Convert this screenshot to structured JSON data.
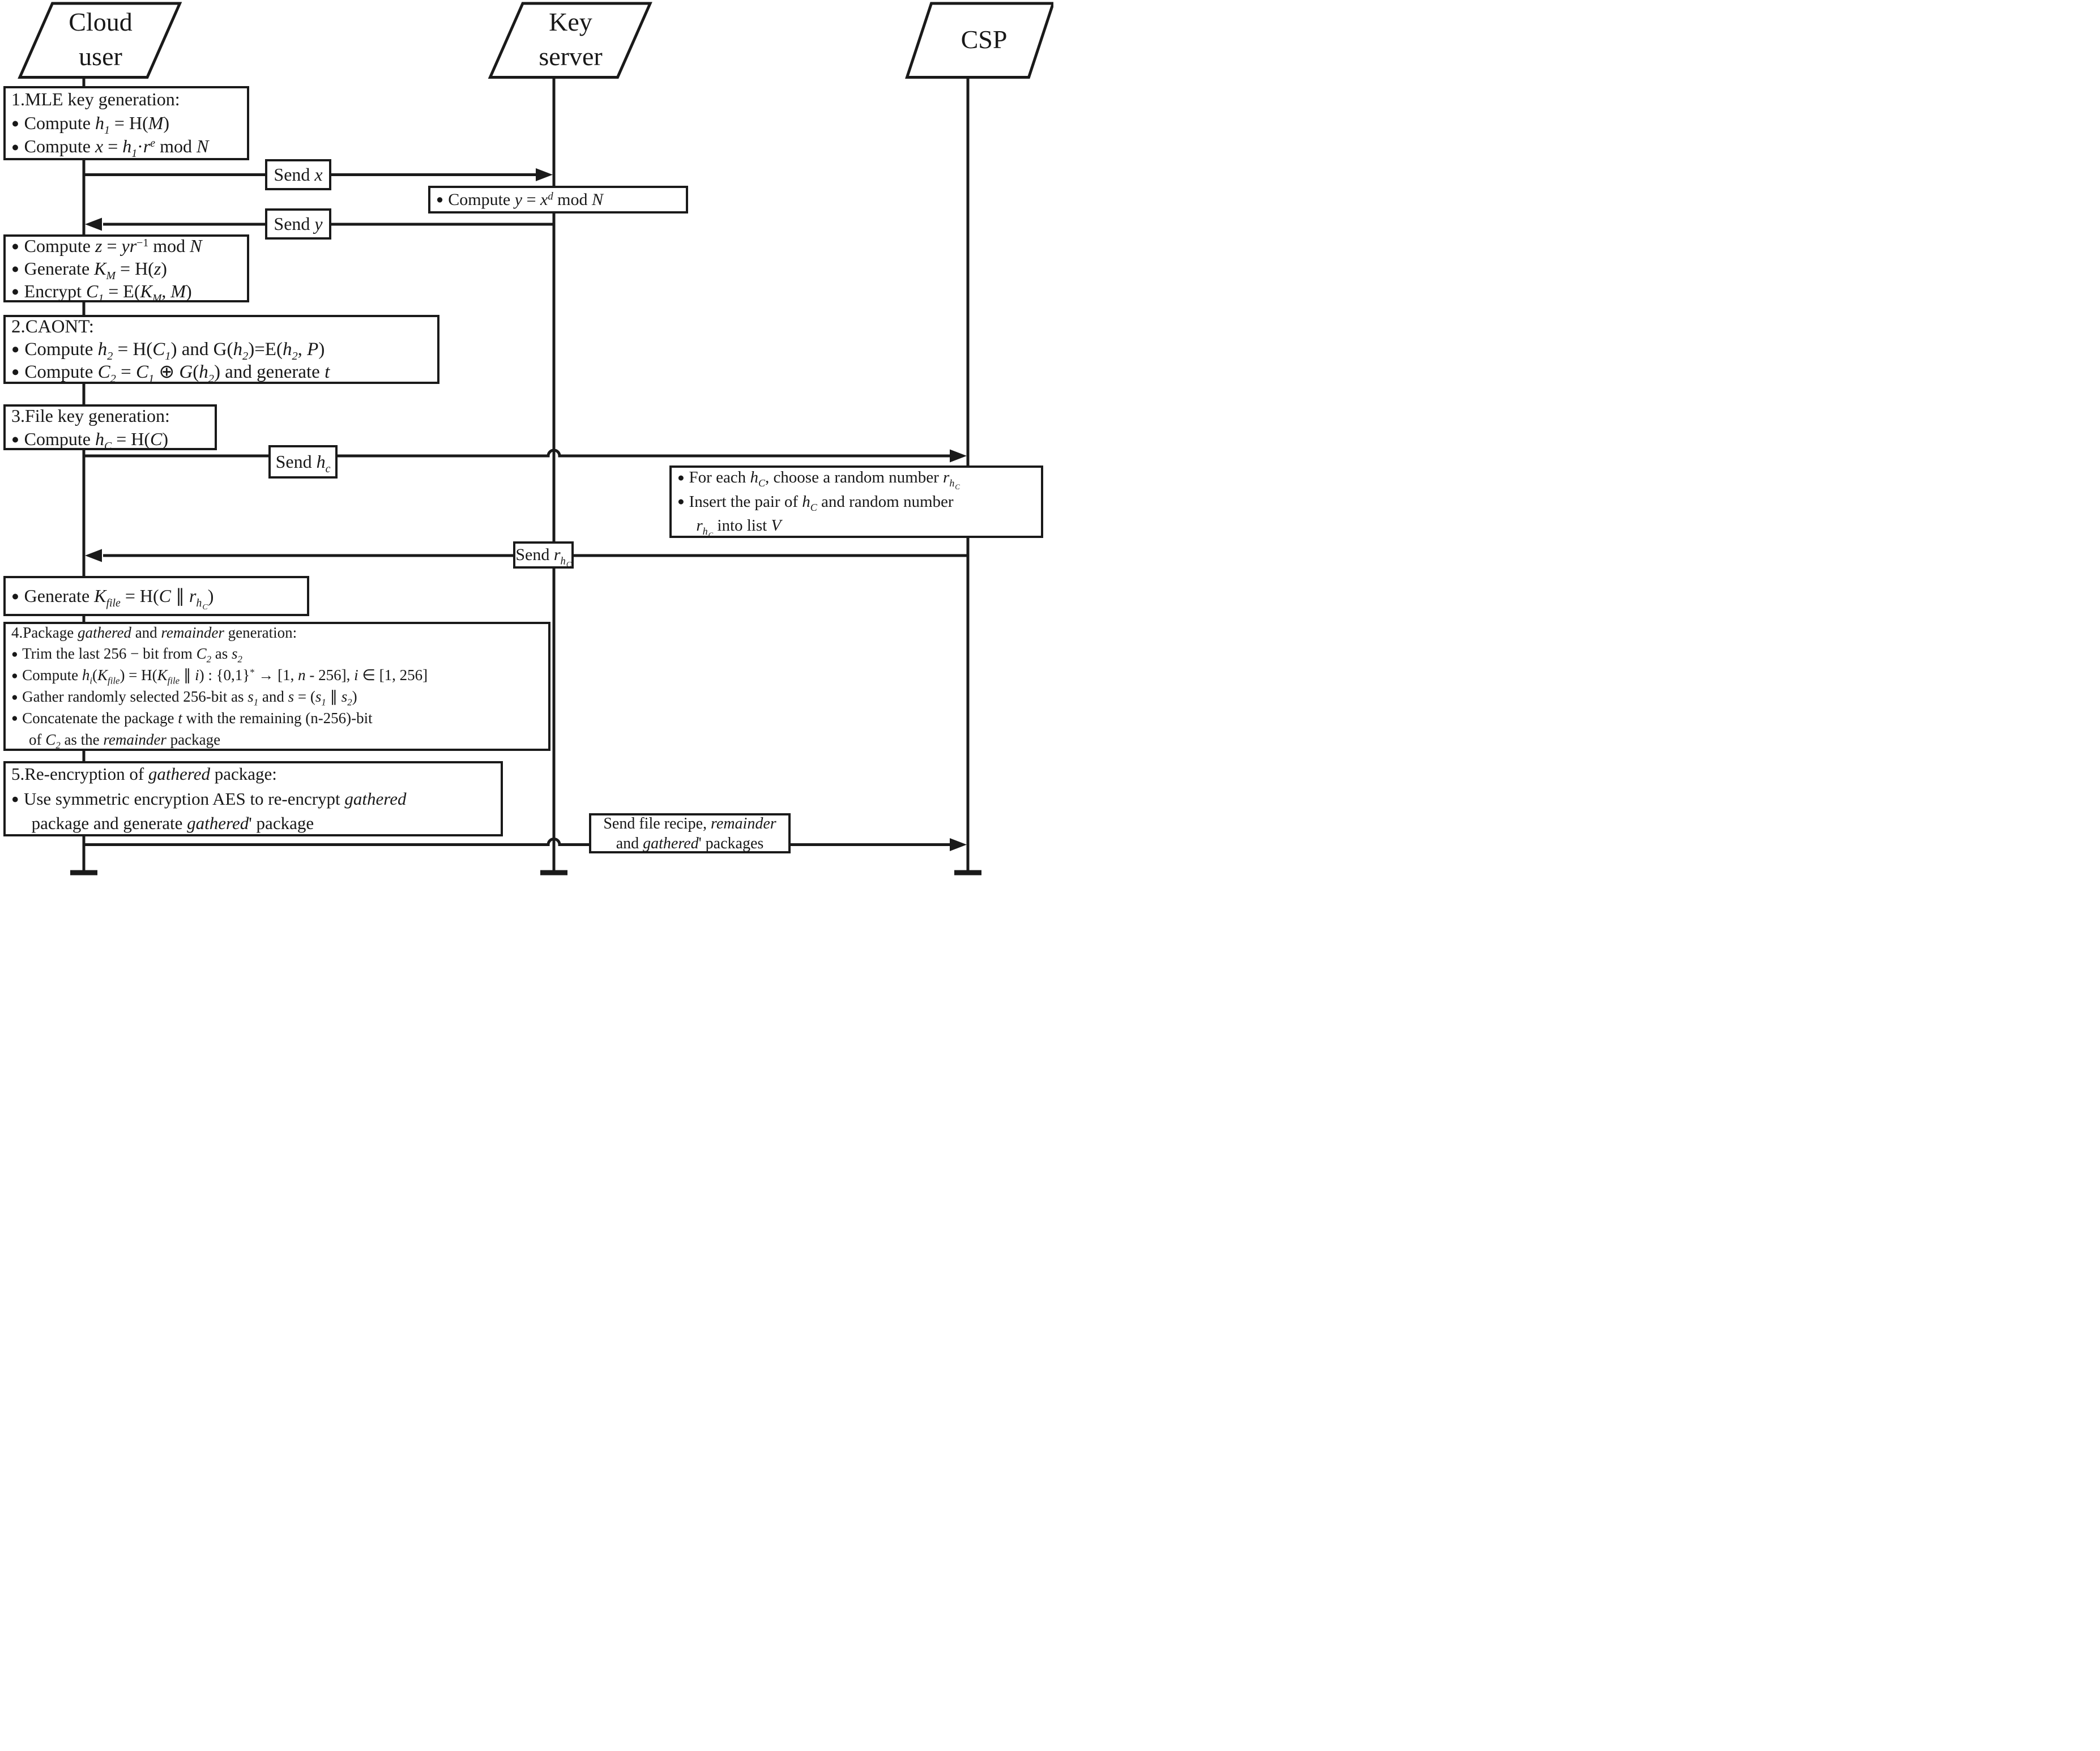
{
  "colors": {
    "ink": "#1a1a1a",
    "background": "#ffffff"
  },
  "actors": [
    {
      "id": "cloud-user",
      "lines": [
        "Cloud",
        "user"
      ]
    },
    {
      "id": "key-server",
      "lines": [
        "Key",
        "server"
      ]
    },
    {
      "id": "csp",
      "lines": [
        "CSP"
      ]
    }
  ],
  "box1": {
    "lines": [
      [
        [
          "n",
          "1.MLE key generation:"
        ]
      ],
      [
        [
          "n",
          "Compute "
        ],
        [
          "i",
          "h"
        ],
        [
          "si",
          "1"
        ],
        [
          "n",
          " = H("
        ],
        [
          "i",
          "M"
        ],
        [
          "n",
          ")"
        ]
      ],
      [
        [
          "n",
          "Compute "
        ],
        [
          "i",
          "x"
        ],
        [
          "n",
          " = "
        ],
        [
          "i",
          "h"
        ],
        [
          "si",
          "1"
        ],
        [
          "n",
          "·"
        ],
        [
          "i",
          "r"
        ],
        [
          "pi",
          "e"
        ],
        [
          "n",
          " mod "
        ],
        [
          "i",
          "N"
        ]
      ]
    ]
  },
  "key_compute": {
    "lines": [
      [
        [
          "n",
          "Compute  "
        ],
        [
          "i",
          "y"
        ],
        [
          "n",
          " = "
        ],
        [
          "i",
          "x"
        ],
        [
          "pi",
          "d"
        ],
        [
          "n",
          " mod "
        ],
        [
          "i",
          "N"
        ]
      ]
    ]
  },
  "zbox": {
    "lines": [
      [
        [
          "n",
          "Compute "
        ],
        [
          "i",
          "z"
        ],
        [
          "n",
          " = "
        ],
        [
          "i",
          "yr"
        ],
        [
          "p",
          "−1"
        ],
        [
          "n",
          " mod "
        ],
        [
          "i",
          "N"
        ]
      ],
      [
        [
          "n",
          "Generate "
        ],
        [
          "i",
          "K"
        ],
        [
          "si",
          "M"
        ],
        [
          "n",
          " = H("
        ],
        [
          "i",
          "z"
        ],
        [
          "n",
          ")"
        ]
      ],
      [
        [
          "n",
          "Encrypt "
        ],
        [
          "i",
          "C"
        ],
        [
          "si",
          "1"
        ],
        [
          "n",
          " = E("
        ],
        [
          "i",
          "K"
        ],
        [
          "si",
          "M"
        ],
        [
          "n",
          ", "
        ],
        [
          "i",
          "M"
        ],
        [
          "n",
          ")"
        ]
      ]
    ]
  },
  "box2": {
    "lines": [
      [
        [
          "n",
          "2.CAONT:"
        ]
      ],
      [
        [
          "n",
          "Compute "
        ],
        [
          "i",
          "h"
        ],
        [
          "si",
          "2"
        ],
        [
          "n",
          " = H("
        ],
        [
          "i",
          "C"
        ],
        [
          "si",
          "1"
        ],
        [
          "n",
          ") and G("
        ],
        [
          "i",
          "h"
        ],
        [
          "si",
          "2"
        ],
        [
          "n",
          ")=E("
        ],
        [
          "i",
          "h"
        ],
        [
          "si",
          "2"
        ],
        [
          "n",
          ", "
        ],
        [
          "i",
          "P"
        ],
        [
          "n",
          ")"
        ]
      ],
      [
        [
          "n",
          "Compute "
        ],
        [
          "i",
          "C"
        ],
        [
          "si",
          "2"
        ],
        [
          "n",
          " = "
        ],
        [
          "i",
          "C"
        ],
        [
          "si",
          "1"
        ],
        [
          "n",
          " ⊕ "
        ],
        [
          "i",
          "G"
        ],
        [
          "n",
          "("
        ],
        [
          "i",
          "h"
        ],
        [
          "si",
          "2"
        ],
        [
          "n",
          ") and generate "
        ],
        [
          "i",
          "t"
        ]
      ]
    ]
  },
  "box3": {
    "lines": [
      [
        [
          "n",
          "3.File key generation:"
        ]
      ],
      [
        [
          "n",
          "Compute "
        ],
        [
          "i",
          "h"
        ],
        [
          "si",
          "C"
        ],
        [
          "n",
          " = H("
        ],
        [
          "i",
          "C"
        ],
        [
          "n",
          ")"
        ]
      ]
    ]
  },
  "csp_box": {
    "lines": [
      [
        [
          "n",
          "For each "
        ],
        [
          "i",
          "h"
        ],
        [
          "si",
          "C"
        ],
        [
          "n",
          ", choose a random number "
        ],
        [
          "i",
          "r"
        ],
        [
          "si",
          "h"
        ],
        [
          "s2i",
          "C"
        ]
      ],
      [
        [
          "n",
          "Insert the pair of "
        ],
        [
          "i",
          "h"
        ],
        [
          "si",
          "C"
        ],
        [
          "n",
          " and random number"
        ]
      ],
      [
        [
          "i",
          "r"
        ],
        [
          "si",
          "h"
        ],
        [
          "s2i",
          "C"
        ],
        [
          "n",
          " into list "
        ],
        [
          "i",
          "V"
        ]
      ]
    ]
  },
  "kfile": {
    "lines": [
      [
        [
          "n",
          "Generate "
        ],
        [
          "i",
          "K"
        ],
        [
          "si",
          "file"
        ],
        [
          "n",
          " = H("
        ],
        [
          "i",
          "C"
        ],
        [
          "n",
          " ∥ "
        ],
        [
          "i",
          "r"
        ],
        [
          "si",
          "h"
        ],
        [
          "s2i",
          "C"
        ],
        [
          "n",
          ")"
        ]
      ]
    ]
  },
  "box4": {
    "lines": [
      [
        [
          "n",
          "4.Package "
        ],
        [
          "i",
          "gathered"
        ],
        [
          "n",
          " and "
        ],
        [
          "i",
          "remainder"
        ],
        [
          "n",
          " generation:"
        ]
      ],
      [
        [
          "n",
          "Trim the last 256 − bit from "
        ],
        [
          "i",
          "C"
        ],
        [
          "si",
          "2"
        ],
        [
          "n",
          " as "
        ],
        [
          "i",
          "s"
        ],
        [
          "si",
          "2"
        ]
      ],
      [
        [
          "n",
          "Compute "
        ],
        [
          "i",
          "h"
        ],
        [
          "si",
          "i"
        ],
        [
          "n",
          "("
        ],
        [
          "i",
          "K"
        ],
        [
          "si",
          "file"
        ],
        [
          "n",
          ") = H("
        ],
        [
          "i",
          "K"
        ],
        [
          "si",
          "file"
        ],
        [
          "n",
          " ∥ "
        ],
        [
          "i",
          "i"
        ],
        [
          "n",
          ") : {0,1}"
        ],
        [
          "p",
          "*"
        ],
        [
          "n",
          " → [1, "
        ],
        [
          "i",
          "n"
        ],
        [
          "n",
          " - 256], "
        ],
        [
          "i",
          "i"
        ],
        [
          "n",
          " ∈ [1, 256]"
        ]
      ],
      [
        [
          "n",
          "Gather randomly selected 256-bit as "
        ],
        [
          "i",
          "s"
        ],
        [
          "si",
          "1"
        ],
        [
          "n",
          " and "
        ],
        [
          "i",
          "s"
        ],
        [
          "n",
          " = ("
        ],
        [
          "i",
          "s"
        ],
        [
          "si",
          "1"
        ],
        [
          "n",
          " ∥ "
        ],
        [
          "i",
          "s"
        ],
        [
          "si",
          "2"
        ],
        [
          "n",
          ")"
        ]
      ],
      [
        [
          "n",
          "Concatenate the package "
        ],
        [
          "i",
          "t"
        ],
        [
          "n",
          " with the remaining (n-256)-bit"
        ]
      ],
      [
        [
          "n",
          "of "
        ],
        [
          "i",
          "C"
        ],
        [
          "si",
          "2"
        ],
        [
          "n",
          " as the "
        ],
        [
          "i",
          "remainder"
        ],
        [
          "n",
          " package"
        ]
      ]
    ]
  },
  "box5": {
    "lines": [
      [
        [
          "n",
          "5.Re-encryption of "
        ],
        [
          "i",
          "gathered"
        ],
        [
          "n",
          " package:"
        ]
      ],
      [
        [
          "n",
          "Use symmetric encryption AES to re-encrypt "
        ],
        [
          "i",
          "gathered"
        ]
      ],
      [
        [
          "n",
          "package and generate "
        ],
        [
          "i",
          "gathered"
        ],
        [
          "n",
          "' package"
        ]
      ]
    ]
  },
  "messages": {
    "send_x": [
      [
        "n",
        "Send "
      ],
      [
        "i",
        "x"
      ]
    ],
    "send_y": [
      [
        "n",
        "Send "
      ],
      [
        "i",
        "y"
      ]
    ],
    "send_hc": [
      [
        "n",
        "Send "
      ],
      [
        "i",
        "h"
      ],
      [
        "si",
        "c"
      ]
    ],
    "send_rhc": [
      [
        "n",
        "Send "
      ],
      [
        "i",
        "r"
      ],
      [
        "si",
        "h"
      ],
      [
        "s2i",
        "C"
      ]
    ],
    "send_final_1": [
      [
        "n",
        "Send file recipe, "
      ],
      [
        "i",
        "remainder"
      ]
    ],
    "send_final_2": [
      [
        "n",
        "and "
      ],
      [
        "i",
        "gathered"
      ],
      [
        "n",
        "' packages"
      ]
    ]
  }
}
